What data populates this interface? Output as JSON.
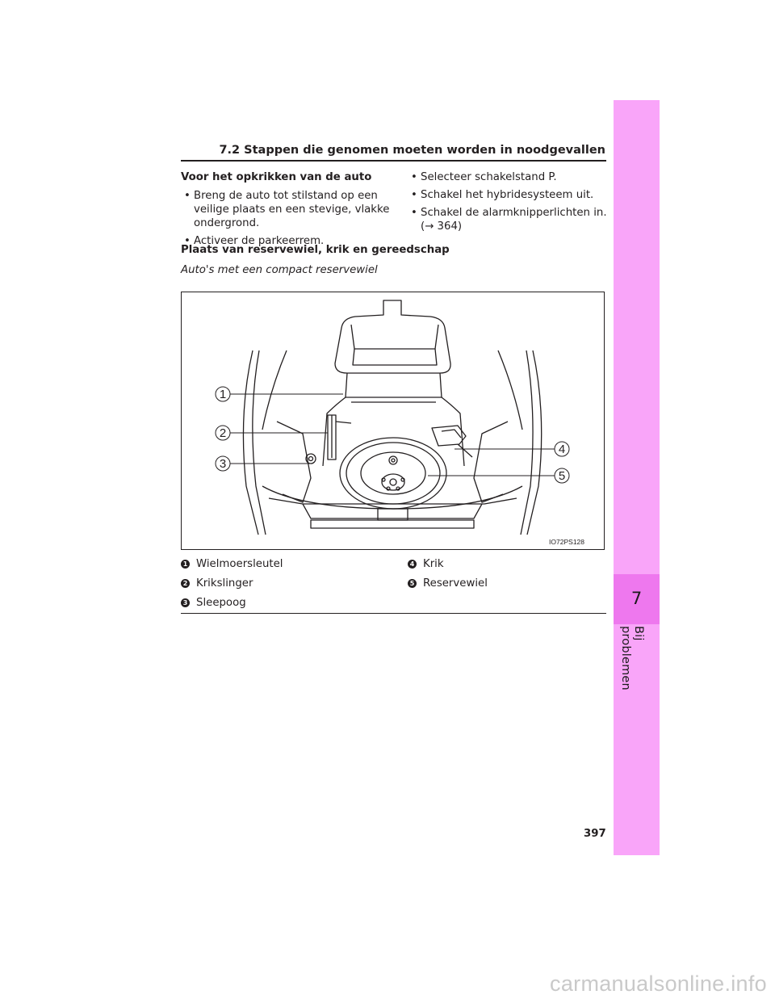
{
  "header": {
    "section_title": "7.2  Stappen die genomen moeten worden in noodgevallen"
  },
  "sidebar": {
    "chapter_number": "7",
    "chapter_title": "Bij problemen"
  },
  "left_column": {
    "heading": "Voor het opkrikken van de auto",
    "bullets": [
      "Breng de auto tot stilstand op een veilige plaats en een stevige, vlakke ondergrond.",
      "Activeer de parkeerrem."
    ]
  },
  "right_column": {
    "bullets": [
      "Selecteer schakelstand P.",
      "Schakel het hybridesysteem uit.",
      "Schakel de alarmknipperlichten in. (→ 364)"
    ]
  },
  "section2": {
    "heading": "Plaats van reservewiel, krik en gereedschap",
    "caption": "Auto's met een compact reservewiel"
  },
  "figure": {
    "code": "IO72PS128",
    "callouts": [
      "1",
      "2",
      "3",
      "4",
      "5"
    ]
  },
  "legend": [
    {
      "num": "1",
      "label": "Wielmoersleutel"
    },
    {
      "num": "2",
      "label": "Krikslinger"
    },
    {
      "num": "3",
      "label": "Sleepoog"
    },
    {
      "num": "4",
      "label": "Krik"
    },
    {
      "num": "5",
      "label": "Reservewiel"
    }
  ],
  "page_number": "397",
  "watermark": "carmanualsonline.info"
}
